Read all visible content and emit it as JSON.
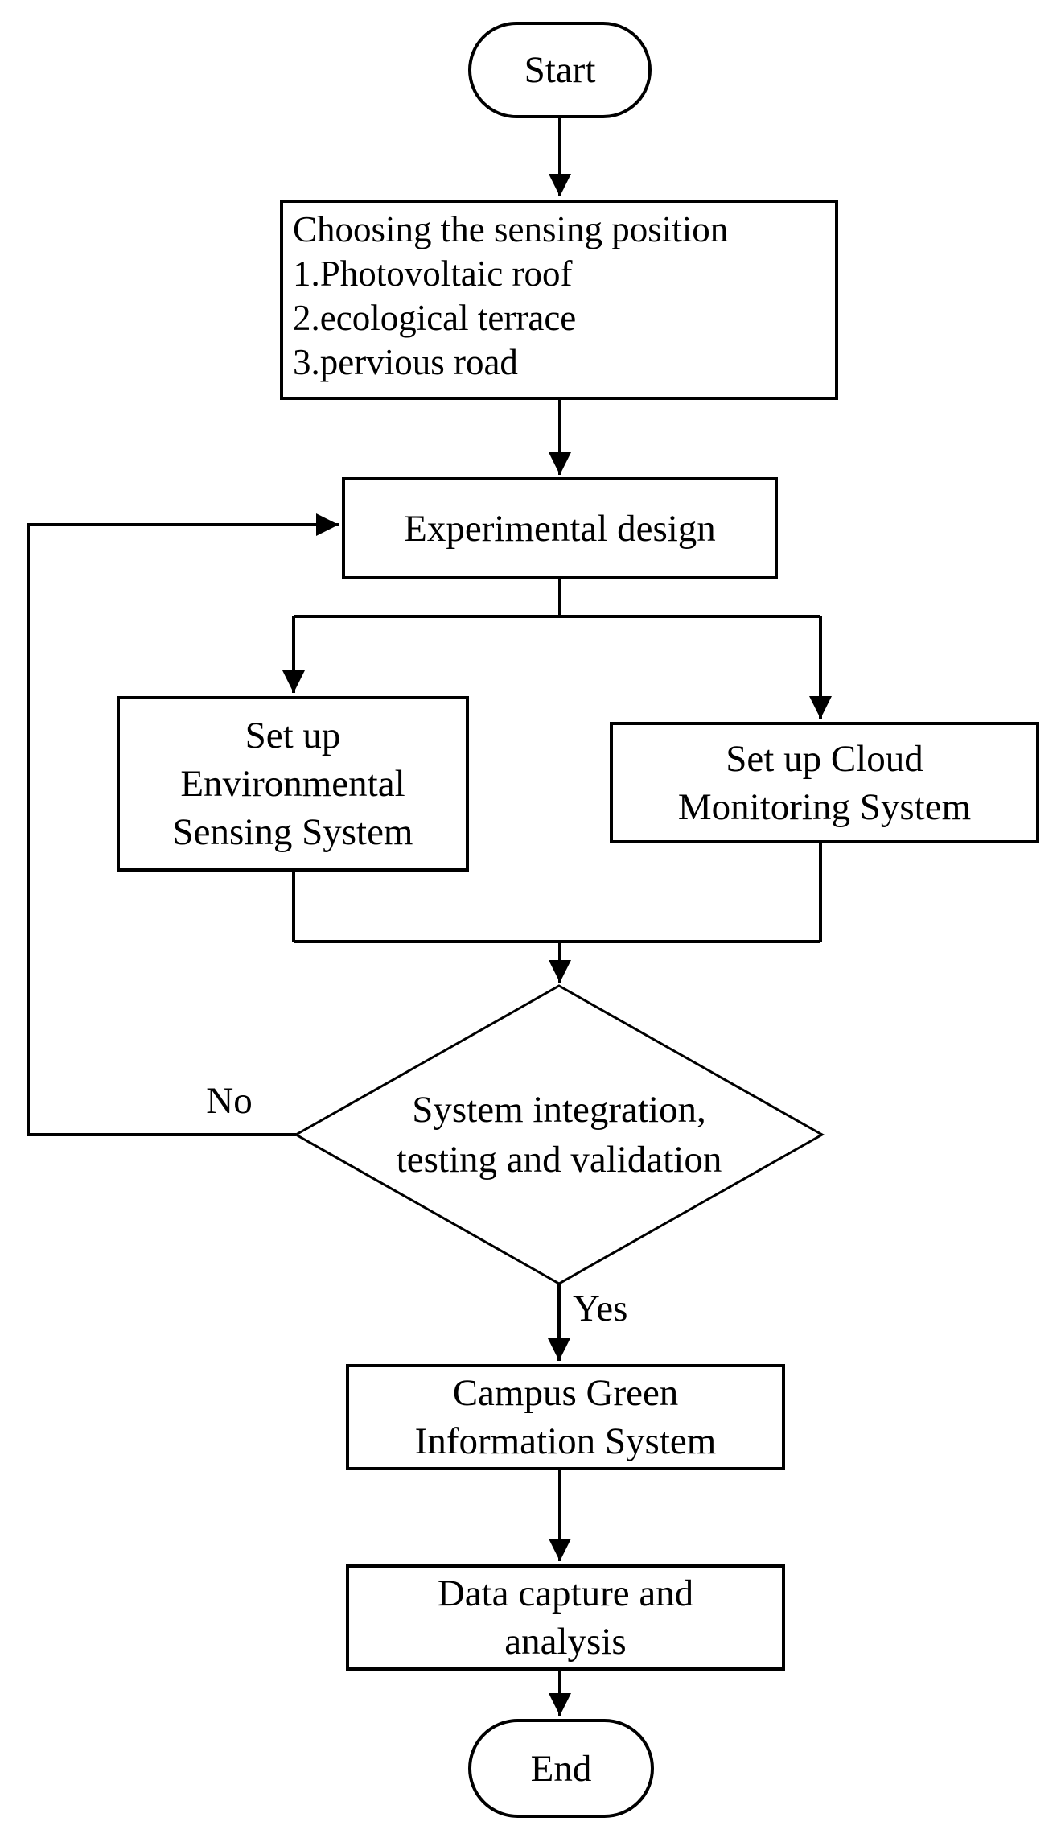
{
  "figure": {
    "type": "flowchart",
    "background_color": "#ffffff",
    "line_color": "#000000",
    "text_color": "#000000"
  },
  "nodes": {
    "start": {
      "shape": "terminator",
      "label": "Start"
    },
    "choose_position": {
      "shape": "process",
      "label": "Choosing the sensing position\n1.Photovoltaic roof\n2.ecological terrace\n3.pervious road"
    },
    "experimental_design": {
      "shape": "process",
      "label": "Experimental design"
    },
    "environmental_sensing": {
      "shape": "process",
      "label": "Set up\nEnvironmental\nSensing System"
    },
    "cloud_monitoring": {
      "shape": "process",
      "label": "Set up Cloud\nMonitoring System"
    },
    "decision": {
      "shape": "decision",
      "label": "System integration,\ntesting and validation"
    },
    "campus_green": {
      "shape": "process",
      "label": "Campus Green\nInformation System"
    },
    "data_capture": {
      "shape": "process",
      "label": "Data capture and\nanalysis"
    },
    "end": {
      "shape": "terminator",
      "label": "End"
    }
  },
  "edge_labels": {
    "no": "No",
    "yes": "Yes"
  }
}
